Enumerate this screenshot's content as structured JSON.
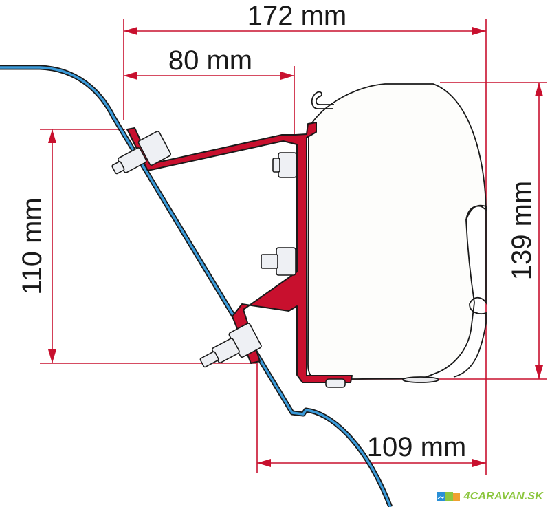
{
  "diagram": {
    "subject": "Awning mounting bracket on van roof profile",
    "colors": {
      "dimension_line": "#c8102e",
      "bracket": "#c8102e",
      "body_panel": "#3a9ad9",
      "outline": "#1a1a1a"
    },
    "dimensions": {
      "overall_width": "172 mm",
      "bracket_width": "80 mm",
      "bracket_height": "110 mm",
      "awning_height": "139 mm",
      "bottom_width": "109 mm"
    }
  },
  "watermark": {
    "text": "4CARAVAN.SK",
    "color": "#8cc63f"
  }
}
